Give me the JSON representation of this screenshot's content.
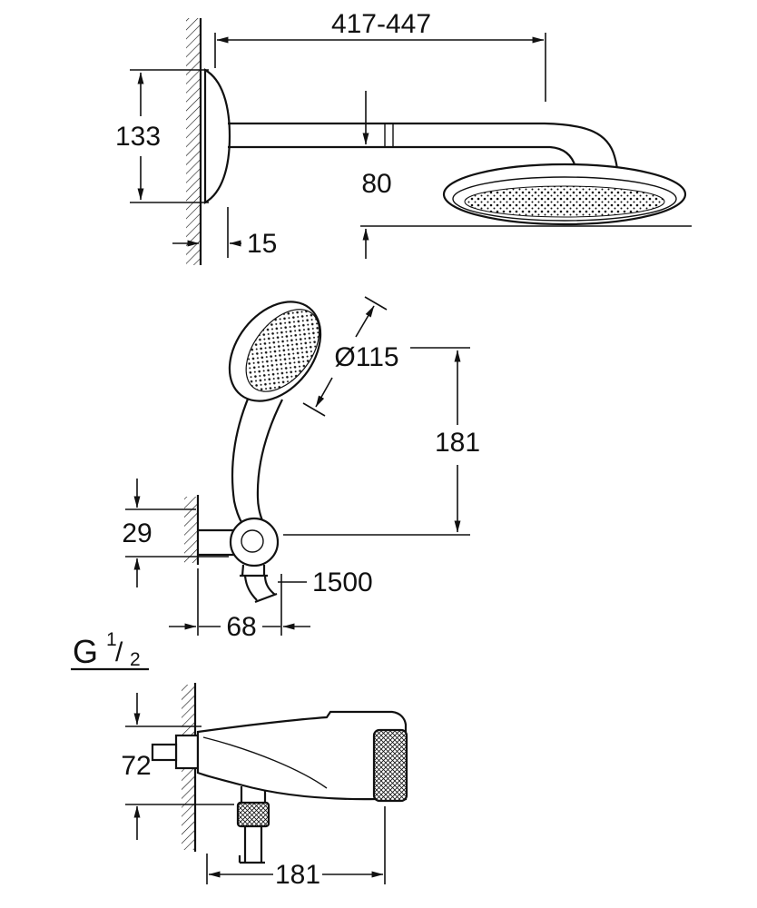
{
  "drawing": {
    "colors": {
      "line": "#111111",
      "background": "#ffffff"
    },
    "head_shower": {
      "reach_range": "417-447",
      "wall_plate_height": "133",
      "head_drop": "80",
      "wall_plate_depth": "15"
    },
    "hand_shower": {
      "head_diameter": "Ø115",
      "overall_height": "181",
      "bracket_height": "29",
      "hose_length": "1500",
      "bracket_reach": "68"
    },
    "mixer": {
      "thread_letter": "G",
      "thread_numerator": "1",
      "thread_slash": "/",
      "thread_denominator": "2",
      "body_height": "72",
      "body_width": "181"
    }
  }
}
